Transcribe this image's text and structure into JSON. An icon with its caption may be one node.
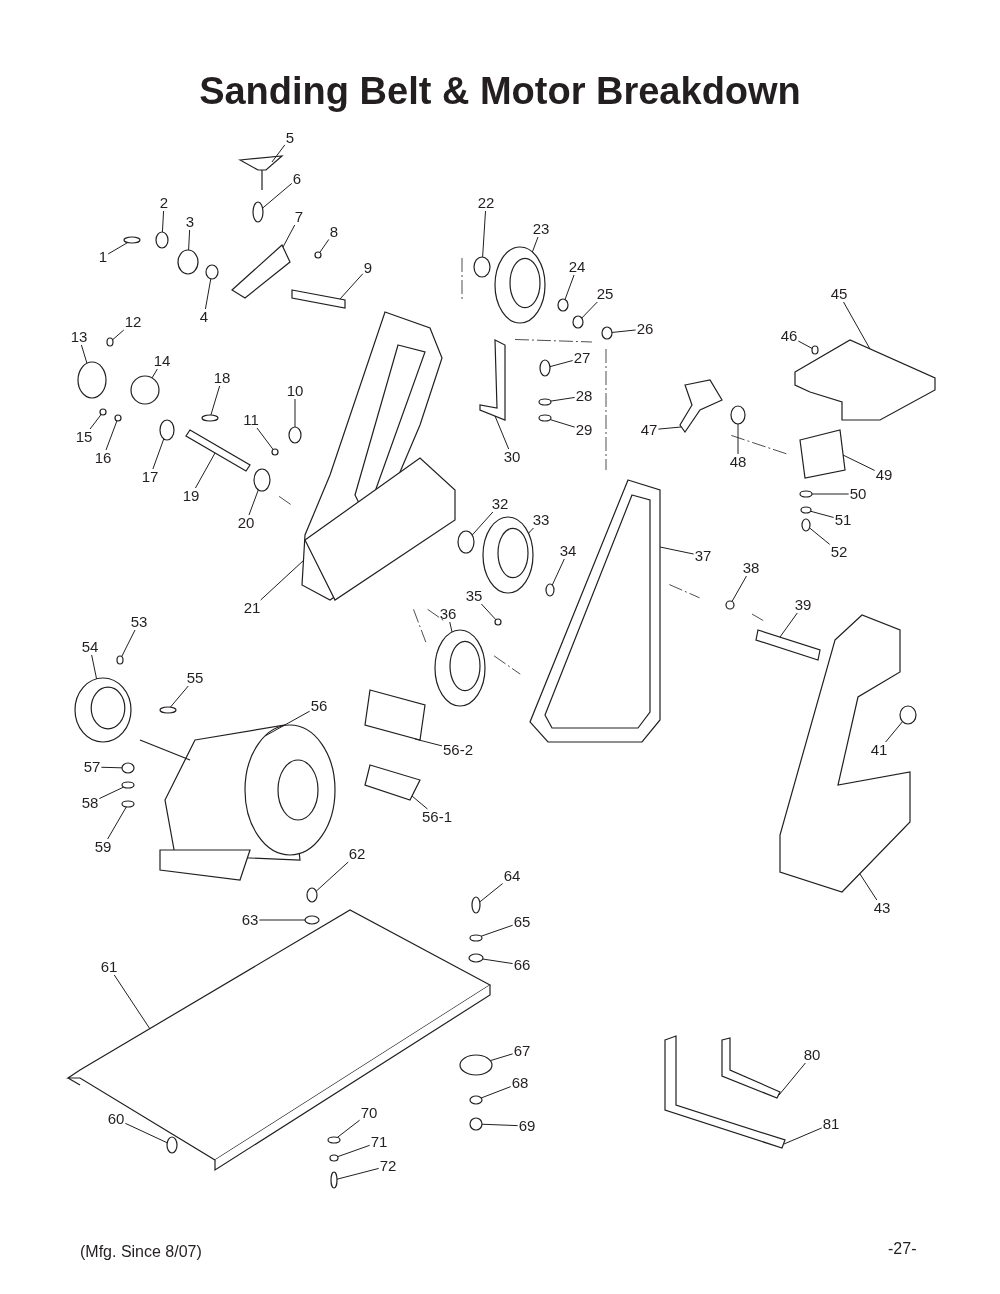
{
  "diagram": {
    "title": "Sanding Belt & Motor Breakdown",
    "nodes": [
      {
        "text": [
          "1"
        ]
      },
      {
        "text": [
          "2"
        ]
      },
      {
        "text": [
          "3"
        ]
      },
      {
        "text": [
          "4"
        ]
      },
      {
        "text": [
          "5"
        ]
      },
      {
        "text": [
          "6"
        ]
      },
      {
        "text": [
          "7"
        ]
      },
      {
        "text": [
          "8"
        ]
      },
      {
        "text": [
          "9"
        ]
      },
      {
        "text": [
          "10"
        ]
      },
      {
        "text": [
          "11"
        ]
      },
      {
        "text": [
          "12"
        ]
      },
      {
        "text": [
          "13"
        ]
      },
      {
        "text": [
          "14"
        ]
      },
      {
        "text": [
          "15"
        ]
      },
      {
        "text": [
          "16"
        ]
      },
      {
        "text": [
          "17"
        ]
      },
      {
        "text": [
          "18"
        ]
      },
      {
        "text": [
          "19"
        ]
      },
      {
        "text": [
          "20"
        ]
      },
      {
        "text": [
          "21"
        ]
      },
      {
        "text": [
          "22"
        ]
      },
      {
        "text": [
          "23"
        ]
      },
      {
        "text": [
          "24"
        ]
      },
      {
        "text": [
          "25"
        ]
      },
      {
        "text": [
          "26"
        ]
      },
      {
        "text": [
          "27"
        ]
      },
      {
        "text": [
          "28"
        ]
      },
      {
        "text": [
          "29"
        ]
      },
      {
        "text": [
          "30"
        ]
      },
      {
        "text": [
          "32"
        ]
      },
      {
        "text": [
          "33"
        ]
      },
      {
        "text": [
          "34"
        ]
      },
      {
        "text": [
          "35"
        ]
      },
      {
        "text": [
          "36"
        ]
      },
      {
        "text": [
          "37"
        ]
      },
      {
        "text": [
          "38"
        ]
      },
      {
        "text": [
          "39"
        ]
      },
      {
        "text": [
          "41"
        ]
      },
      {
        "text": [
          "43"
        ]
      },
      {
        "text": [
          "45"
        ]
      },
      {
        "text": [
          "46"
        ]
      },
      {
        "text": [
          "47"
        ]
      },
      {
        "text": [
          "48"
        ]
      },
      {
        "text": [
          "49"
        ]
      },
      {
        "text": [
          "50"
        ]
      },
      {
        "text": [
          "51"
        ]
      },
      {
        "text": [
          "52"
        ]
      },
      {
        "text": [
          "53"
        ]
      },
      {
        "text": [
          "54"
        ]
      },
      {
        "text": [
          "55"
        ]
      },
      {
        "text": [
          "56"
        ]
      },
      {
        "text": [
          "56-2"
        ]
      },
      {
        "text": [
          "56-1"
        ]
      },
      {
        "text": [
          "57"
        ]
      },
      {
        "text": [
          "58"
        ]
      },
      {
        "text": [
          "59"
        ]
      },
      {
        "text": [
          "60"
        ]
      },
      {
        "text": [
          "61"
        ]
      },
      {
        "text": [
          "62"
        ]
      },
      {
        "text": [
          "63"
        ]
      },
      {
        "text": [
          "64"
        ]
      },
      {
        "text": [
          "65"
        ]
      },
      {
        "text": [
          "66"
        ]
      },
      {
        "text": [
          "67"
        ]
      },
      {
        "text": [
          "68"
        ]
      },
      {
        "text": [
          "69"
        ]
      },
      {
        "text": [
          "70"
        ]
      },
      {
        "text": [
          "71"
        ]
      },
      {
        "text": [
          "72"
        ]
      },
      {
        "text": [
          "80"
        ]
      },
      {
        "text": [
          "81"
        ]
      },
      {
        "text": [],
        "shape": "circle"
      },
      {
        "text": [],
        "shape": "circle"
      },
      {
        "text": [],
        "shape": "circle"
      },
      {
        "text": [],
        "shape": "circle"
      },
      {
        "text": [],
        "shape": "picture"
      },
      {
        "text": [],
        "shape": "circle"
      },
      {
        "text": [],
        "shape": "picture"
      },
      {
        "text": [],
        "shape": "circle"
      },
      {
        "text": [],
        "shape": "bar"
      },
      {
        "text": [],
        "shape": "circle"
      },
      {
        "text": [],
        "shape": "circle"
      },
      {
        "text": [],
        "shape": "circle"
      },
      {
        "text": [],
        "shape": "circle"
      },
      {
        "text": [],
        "shape": "circle"
      },
      {
        "text": [],
        "shape": "circle"
      },
      {
        "text": [],
        "shape": "circle"
      },
      {
        "text": [],
        "shape": "circle"
      },
      {
        "text": [],
        "shape": "circle"
      },
      {
        "text": [],
        "shape": "bar"
      },
      {
        "text": [],
        "shape": "circle"
      },
      {
        "text": [],
        "shape": "picture"
      },
      {
        "text": [],
        "shape": "circle"
      },
      {
        "text": [],
        "shape": "picture"
      },
      {
        "text": [],
        "shape": "circle"
      },
      {
        "text": [],
        "shape": "circle"
      },
      {
        "text": [],
        "shape": "circle"
      },
      {
        "text": [],
        "shape": "circle"
      },
      {
        "text": [],
        "shape": "circle"
      },
      {
        "text": [],
        "shape": "circle"
      },
      {
        "text": [],
        "shape": "picture"
      },
      {
        "text": [],
        "shape": "circle"
      },
      {
        "text": [],
        "shape": "picture"
      },
      {
        "text": [],
        "shape": "circle"
      },
      {
        "text": [],
        "shape": "circle"
      },
      {
        "text": [],
        "shape": "picture"
      },
      {
        "text": [],
        "shape": "picture"
      },
      {
        "text": [],
        "shape": "circle"
      },
      {
        "text": [],
        "shape": "bar"
      },
      {
        "text": [],
        "shape": "circle"
      },
      {
        "text": [],
        "shape": "picture"
      },
      {
        "text": [],
        "shape": "picture"
      },
      {
        "text": [],
        "shape": "circle"
      },
      {
        "text": [],
        "shape": "picture"
      },
      {
        "text": [],
        "shape": "circle"
      },
      {
        "text": [],
        "shape": "picture"
      },
      {
        "text": [],
        "shape": "circle"
      },
      {
        "text": [],
        "shape": "circle"
      },
      {
        "text": [],
        "shape": "circle"
      },
      {
        "text": [],
        "shape": "circle"
      },
      {
        "text": [],
        "shape": "picture"
      },
      {
        "text": [],
        "shape": "circle"
      },
      {
        "text": [],
        "shape": "picture"
      },
      {
        "text": [],
        "shape": "picture"
      },
      {
        "text": [],
        "shape": "picture"
      },
      {
        "text": [],
        "shape": "circle"
      },
      {
        "text": [],
        "shape": "circle"
      },
      {
        "text": [],
        "shape": "circle"
      },
      {
        "text": [],
        "shape": "circle"
      },
      {
        "text": [],
        "shape": "picture"
      },
      {
        "text": [],
        "shape": "circle"
      },
      {
        "text": [],
        "shape": "circle"
      },
      {
        "text": [],
        "shape": "circle"
      },
      {
        "text": [],
        "shape": "circle"
      },
      {
        "text": [],
        "shape": "circle"
      },
      {
        "text": [],
        "shape": "circle"
      },
      {
        "text": [],
        "shape": "circle"
      },
      {
        "text": [],
        "shape": "circle"
      },
      {
        "text": [],
        "shape": "circle"
      },
      {
        "text": [],
        "shape": "circle"
      },
      {
        "text": [],
        "shape": "circle"
      },
      {
        "text": [],
        "shape": "picture"
      },
      {
        "text": [],
        "shape": "picture"
      }
    ],
    "edges": [
      {
        "from": 0,
        "to": 72,
        "arrow": "none"
      },
      {
        "from": 1,
        "to": 73,
        "arrow": "none"
      },
      {
        "from": 2,
        "to": 74,
        "arrow": "none"
      },
      {
        "from": 3,
        "to": 75,
        "arrow": "none"
      },
      {
        "from": 4,
        "to": 76,
        "arrow": "none"
      },
      {
        "from": 5,
        "to": 77,
        "arrow": "none"
      },
      {
        "from": 6,
        "to": 78,
        "arrow": "none"
      },
      {
        "from": 7,
        "to": 79,
        "arrow": "none"
      },
      {
        "from": 8,
        "to": 80,
        "arrow": "none"
      },
      {
        "from": 9,
        "to": 81,
        "arrow": "none"
      },
      {
        "from": 10,
        "to": 82,
        "arrow": "none"
      },
      {
        "from": 11,
        "to": 83,
        "arrow": "none"
      },
      {
        "from": 12,
        "to": 84,
        "arrow": "none"
      },
      {
        "from": 13,
        "to": 85,
        "arrow": "none"
      },
      {
        "from": 14,
        "to": 86,
        "arrow": "none"
      },
      {
        "from": 15,
        "to": 87,
        "arrow": "none"
      },
      {
        "from": 16,
        "to": 88,
        "arrow": "none"
      },
      {
        "from": 17,
        "to": 89,
        "arrow": "none"
      },
      {
        "from": 18,
        "to": 90,
        "arrow": "none"
      },
      {
        "from": 19,
        "to": 91,
        "arrow": "none"
      },
      {
        "from": 20,
        "to": 92,
        "arrow": "none"
      },
      {
        "from": 21,
        "to": 93,
        "arrow": "none"
      },
      {
        "from": 22,
        "to": 94,
        "arrow": "none"
      },
      {
        "from": 23,
        "to": 95,
        "arrow": "none"
      },
      {
        "from": 24,
        "to": 96,
        "arrow": "none"
      },
      {
        "from": 25,
        "to": 97,
        "arrow": "none"
      },
      {
        "from": 26,
        "to": 98,
        "arrow": "none"
      },
      {
        "from": 27,
        "to": 99,
        "arrow": "none"
      },
      {
        "from": 28,
        "to": 100,
        "arrow": "none"
      },
      {
        "from": 29,
        "to": 101,
        "arrow": "none"
      },
      {
        "from": 30,
        "to": 102,
        "arrow": "none"
      },
      {
        "from": 31,
        "to": 103,
        "arrow": "none"
      },
      {
        "from": 32,
        "to": 104,
        "arrow": "none"
      },
      {
        "from": 33,
        "to": 105,
        "arrow": "none"
      },
      {
        "from": 34,
        "to": 106,
        "arrow": "none"
      },
      {
        "from": 35,
        "to": 107,
        "arrow": "none"
      },
      {
        "from": 36,
        "to": 108,
        "arrow": "none"
      },
      {
        "from": 37,
        "to": 109,
        "arrow": "none"
      },
      {
        "from": 38,
        "to": 110,
        "arrow": "none"
      },
      {
        "from": 39,
        "to": 111,
        "arrow": "none"
      },
      {
        "from": 40,
        "to": 112,
        "arrow": "none"
      },
      {
        "from": 41,
        "to": 113,
        "arrow": "none"
      },
      {
        "from": 42,
        "to": 114,
        "arrow": "none"
      },
      {
        "from": 43,
        "to": 115,
        "arrow": "none"
      },
      {
        "from": 44,
        "to": 116,
        "arrow": "none"
      },
      {
        "from": 45,
        "to": 117,
        "arrow": "none"
      },
      {
        "from": 46,
        "to": 118,
        "arrow": "none"
      },
      {
        "from": 47,
        "to": 119,
        "arrow": "none"
      },
      {
        "from": 48,
        "to": 120,
        "arrow": "none"
      },
      {
        "from": 49,
        "to": 121,
        "arrow": "none"
      },
      {
        "from": 50,
        "to": 122,
        "arrow": "none"
      },
      {
        "from": 51,
        "to": 123,
        "arrow": "none"
      },
      {
        "from": 52,
        "to": 124,
        "arrow": "none"
      },
      {
        "from": 53,
        "to": 125,
        "arrow": "none"
      },
      {
        "from": 54,
        "to": 126,
        "arrow": "none"
      },
      {
        "from": 55,
        "to": 127,
        "arrow": "none"
      },
      {
        "from": 56,
        "to": 128,
        "arrow": "none"
      },
      {
        "from": 57,
        "to": 129,
        "arrow": "none"
      },
      {
        "from": 58,
        "to": 130,
        "arrow": "none"
      },
      {
        "from": 59,
        "to": 131,
        "arrow": "none"
      },
      {
        "from": 60,
        "to": 132,
        "arrow": "none"
      },
      {
        "from": 61,
        "to": 133,
        "arrow": "none"
      },
      {
        "from": 62,
        "to": 134,
        "arrow": "none"
      },
      {
        "from": 63,
        "to": 135,
        "arrow": "none"
      },
      {
        "from": 64,
        "to": 136,
        "arrow": "none"
      },
      {
        "from": 65,
        "to": 137,
        "arrow": "none"
      },
      {
        "from": 66,
        "to": 138,
        "arrow": "none"
      },
      {
        "from": 67,
        "to": 139,
        "arrow": "none"
      },
      {
        "from": 68,
        "to": 140,
        "arrow": "none"
      },
      {
        "from": 69,
        "to": 141,
        "arrow": "none"
      },
      {
        "from": 70,
        "to": 142,
        "arrow": "none"
      },
      {
        "from": 71,
        "to": 143,
        "arrow": "none"
      }
    ],
    "labels": [
      "(Mfg. Since 8/07)",
      "-27-"
    ]
  }
}
